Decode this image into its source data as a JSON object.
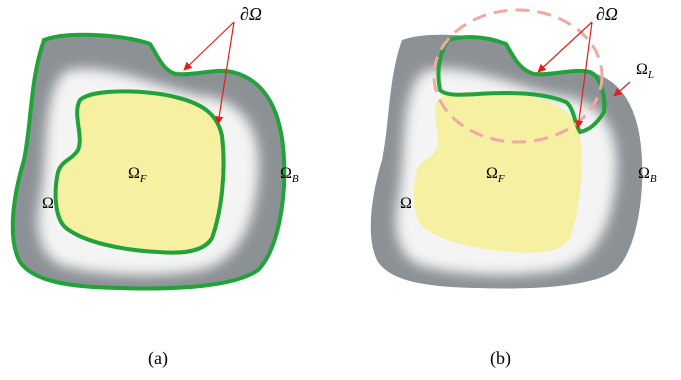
{
  "panels": [
    {
      "caption": "(a)",
      "labels": {
        "boundary": "∂Ω",
        "omega": "Ω",
        "omega_f": "Ω",
        "omega_f_sub": "F",
        "omega_b": "Ω",
        "omega_b_sub": "B"
      }
    },
    {
      "caption": "(b)",
      "labels": {
        "boundary": "∂Ω",
        "omega": "Ω",
        "omega_f": "Ω",
        "omega_f_sub": "F",
        "omega_b": "Ω",
        "omega_b_sub": "B",
        "omega_l": "Ω",
        "omega_l_sub": "L"
      }
    }
  ],
  "colors": {
    "outer_region": "#8c9196",
    "halo": "#f4f4f4",
    "inner_region": "#f5f0a2",
    "boundary_curve": "#22a33a",
    "arrow": "#e0201d",
    "local_circle": "#f0a8a3"
  }
}
